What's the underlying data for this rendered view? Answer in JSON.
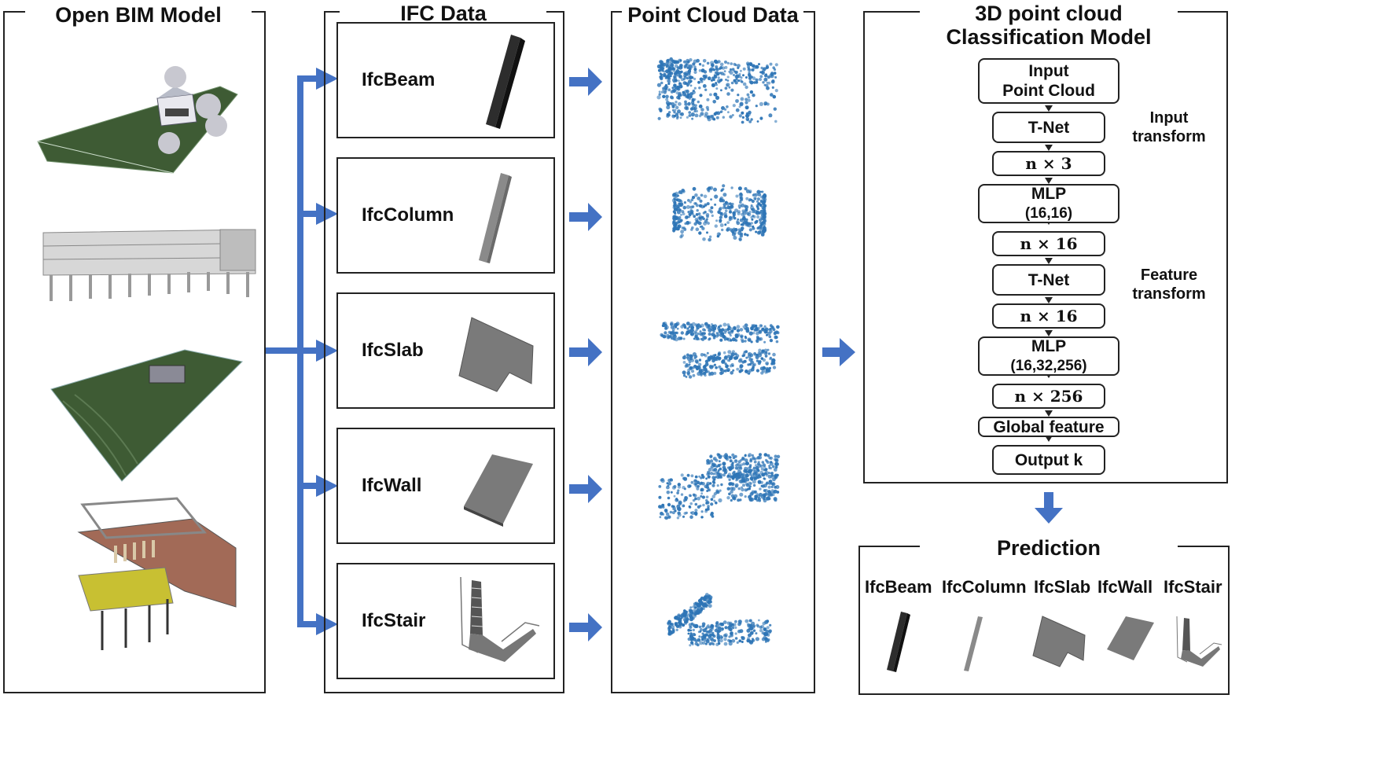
{
  "panels": {
    "open_bim": {
      "title": "Open BIM Model"
    },
    "ifc": {
      "title": "IFC Data"
    },
    "point_cloud": {
      "title": "Point Cloud Data"
    },
    "classification": {
      "title_line1": "3D point cloud",
      "title_line2": "Classification Model"
    },
    "prediction": {
      "title": "Prediction"
    }
  },
  "ifc_items": [
    "IfcBeam",
    "IfcColumn",
    "IfcSlab",
    "IfcWall",
    "IfcStair"
  ],
  "flow": {
    "input": {
      "line1": "Input",
      "line2": "Point Cloud"
    },
    "tnet1": "T-Net",
    "n3": "n × 3",
    "mlp1": {
      "line1": "MLP",
      "line2": "(16,16)"
    },
    "n16a": "n × 16",
    "tnet2": "T-Net",
    "n16b": "n × 16",
    "mlp2": {
      "line1": "MLP",
      "line2": "(16,32,256)"
    },
    "n256": "n × 256",
    "global": "Global feature",
    "output": "Output k",
    "note_input": {
      "line1": "Input",
      "line2": "transform"
    },
    "note_feature": {
      "line1": "Feature",
      "line2": "transform"
    }
  },
  "prediction_labels": [
    "IfcBeam",
    "IfcColumn",
    "IfcSlab",
    "IfcWall",
    "IfcStair"
  ],
  "colors": {
    "arrow": "#4472C4",
    "points": "#2E75B6",
    "ground": "#3E5B34",
    "element_gray": "#7A7A7A"
  }
}
